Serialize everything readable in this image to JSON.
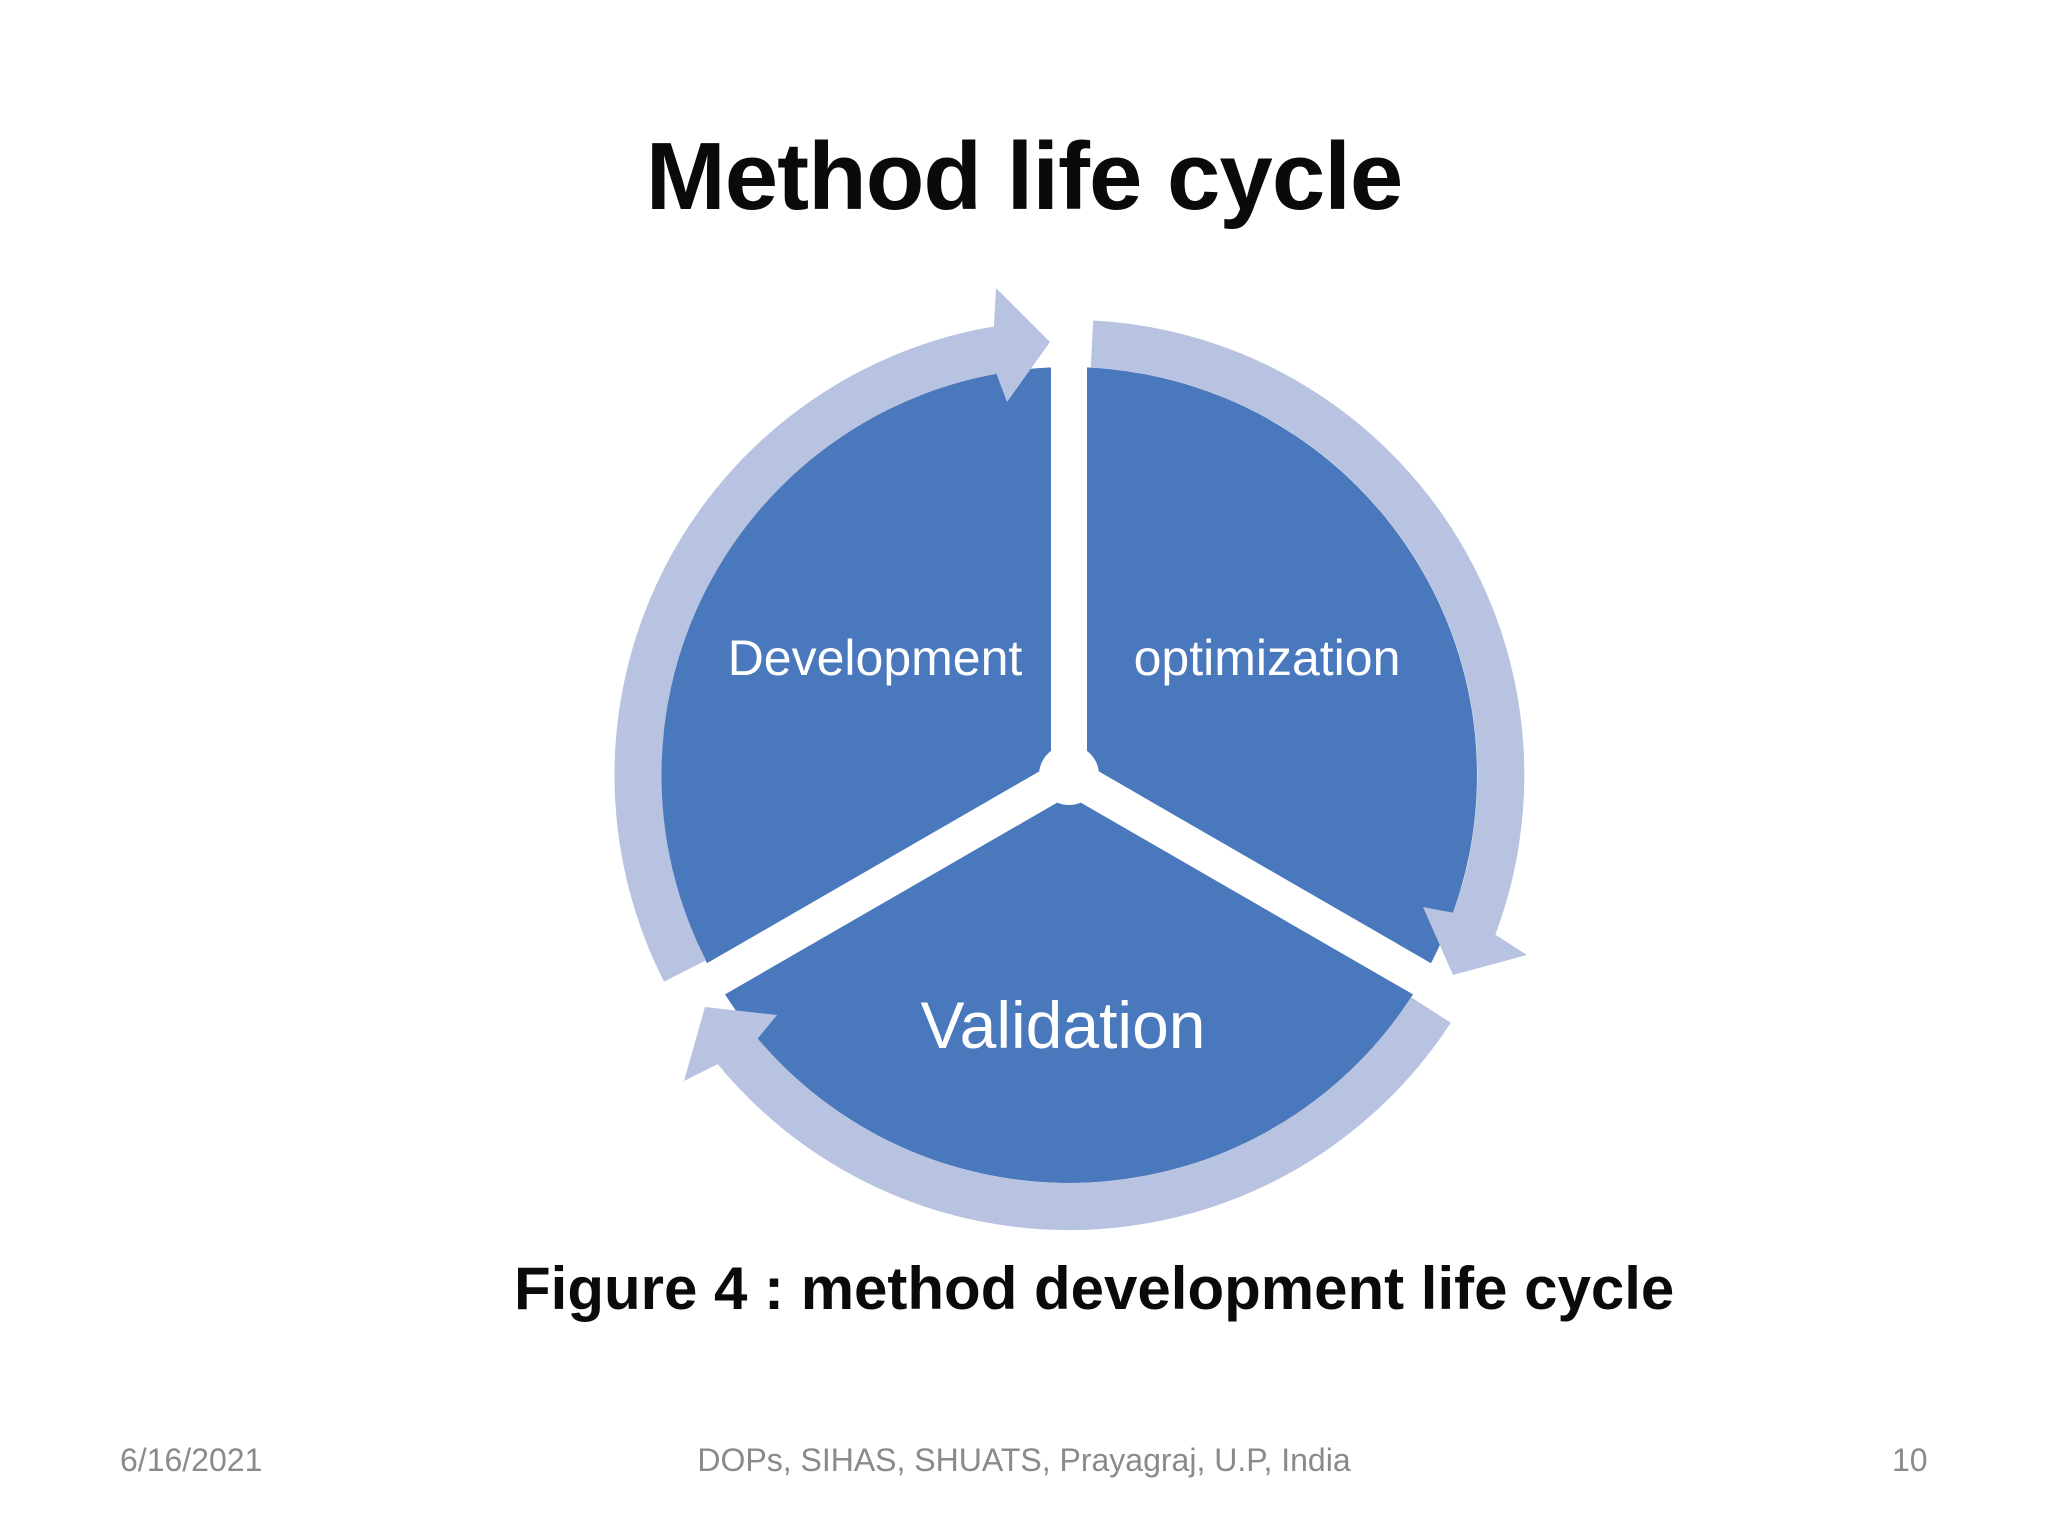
{
  "slide": {
    "title": "Method life cycle",
    "figure_caption": "Figure 4 : method development life cycle",
    "footer": {
      "date": "6/16/2021",
      "center_text": "DOPs, SIHAS, SHUATS, Prayagraj, U.P, India",
      "page_number": "10"
    }
  },
  "diagram": {
    "type": "cycle-diagram",
    "direction": "clockwise",
    "segments": [
      {
        "label": "Development"
      },
      {
        "label": "optimization"
      },
      {
        "label": "Validation"
      }
    ],
    "colors": {
      "segment_fill": "#4a78bc",
      "ring_arrow": "#b8c3e1",
      "label_text": "#ffffff",
      "title_text": "#0a0a0a",
      "footer_text": "#8a8a8a",
      "background": "#ffffff"
    }
  }
}
